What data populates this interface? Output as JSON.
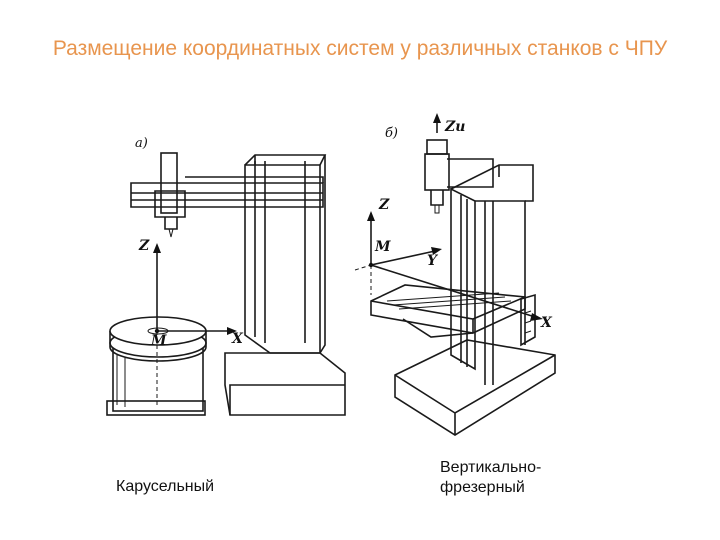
{
  "title": "Размещение координатных систем у различных станков с ЧПУ",
  "figures": {
    "a": {
      "letter": "а)",
      "axes": {
        "z": "Z",
        "x": "X",
        "origin": "M"
      },
      "caption": "Карусельный"
    },
    "b": {
      "letter": "б)",
      "axes": {
        "zi": "Zи",
        "z": "Z",
        "y": "Y",
        "x": "X",
        "origin": "M"
      },
      "caption": "Вертикально-фрезерный"
    }
  }
}
